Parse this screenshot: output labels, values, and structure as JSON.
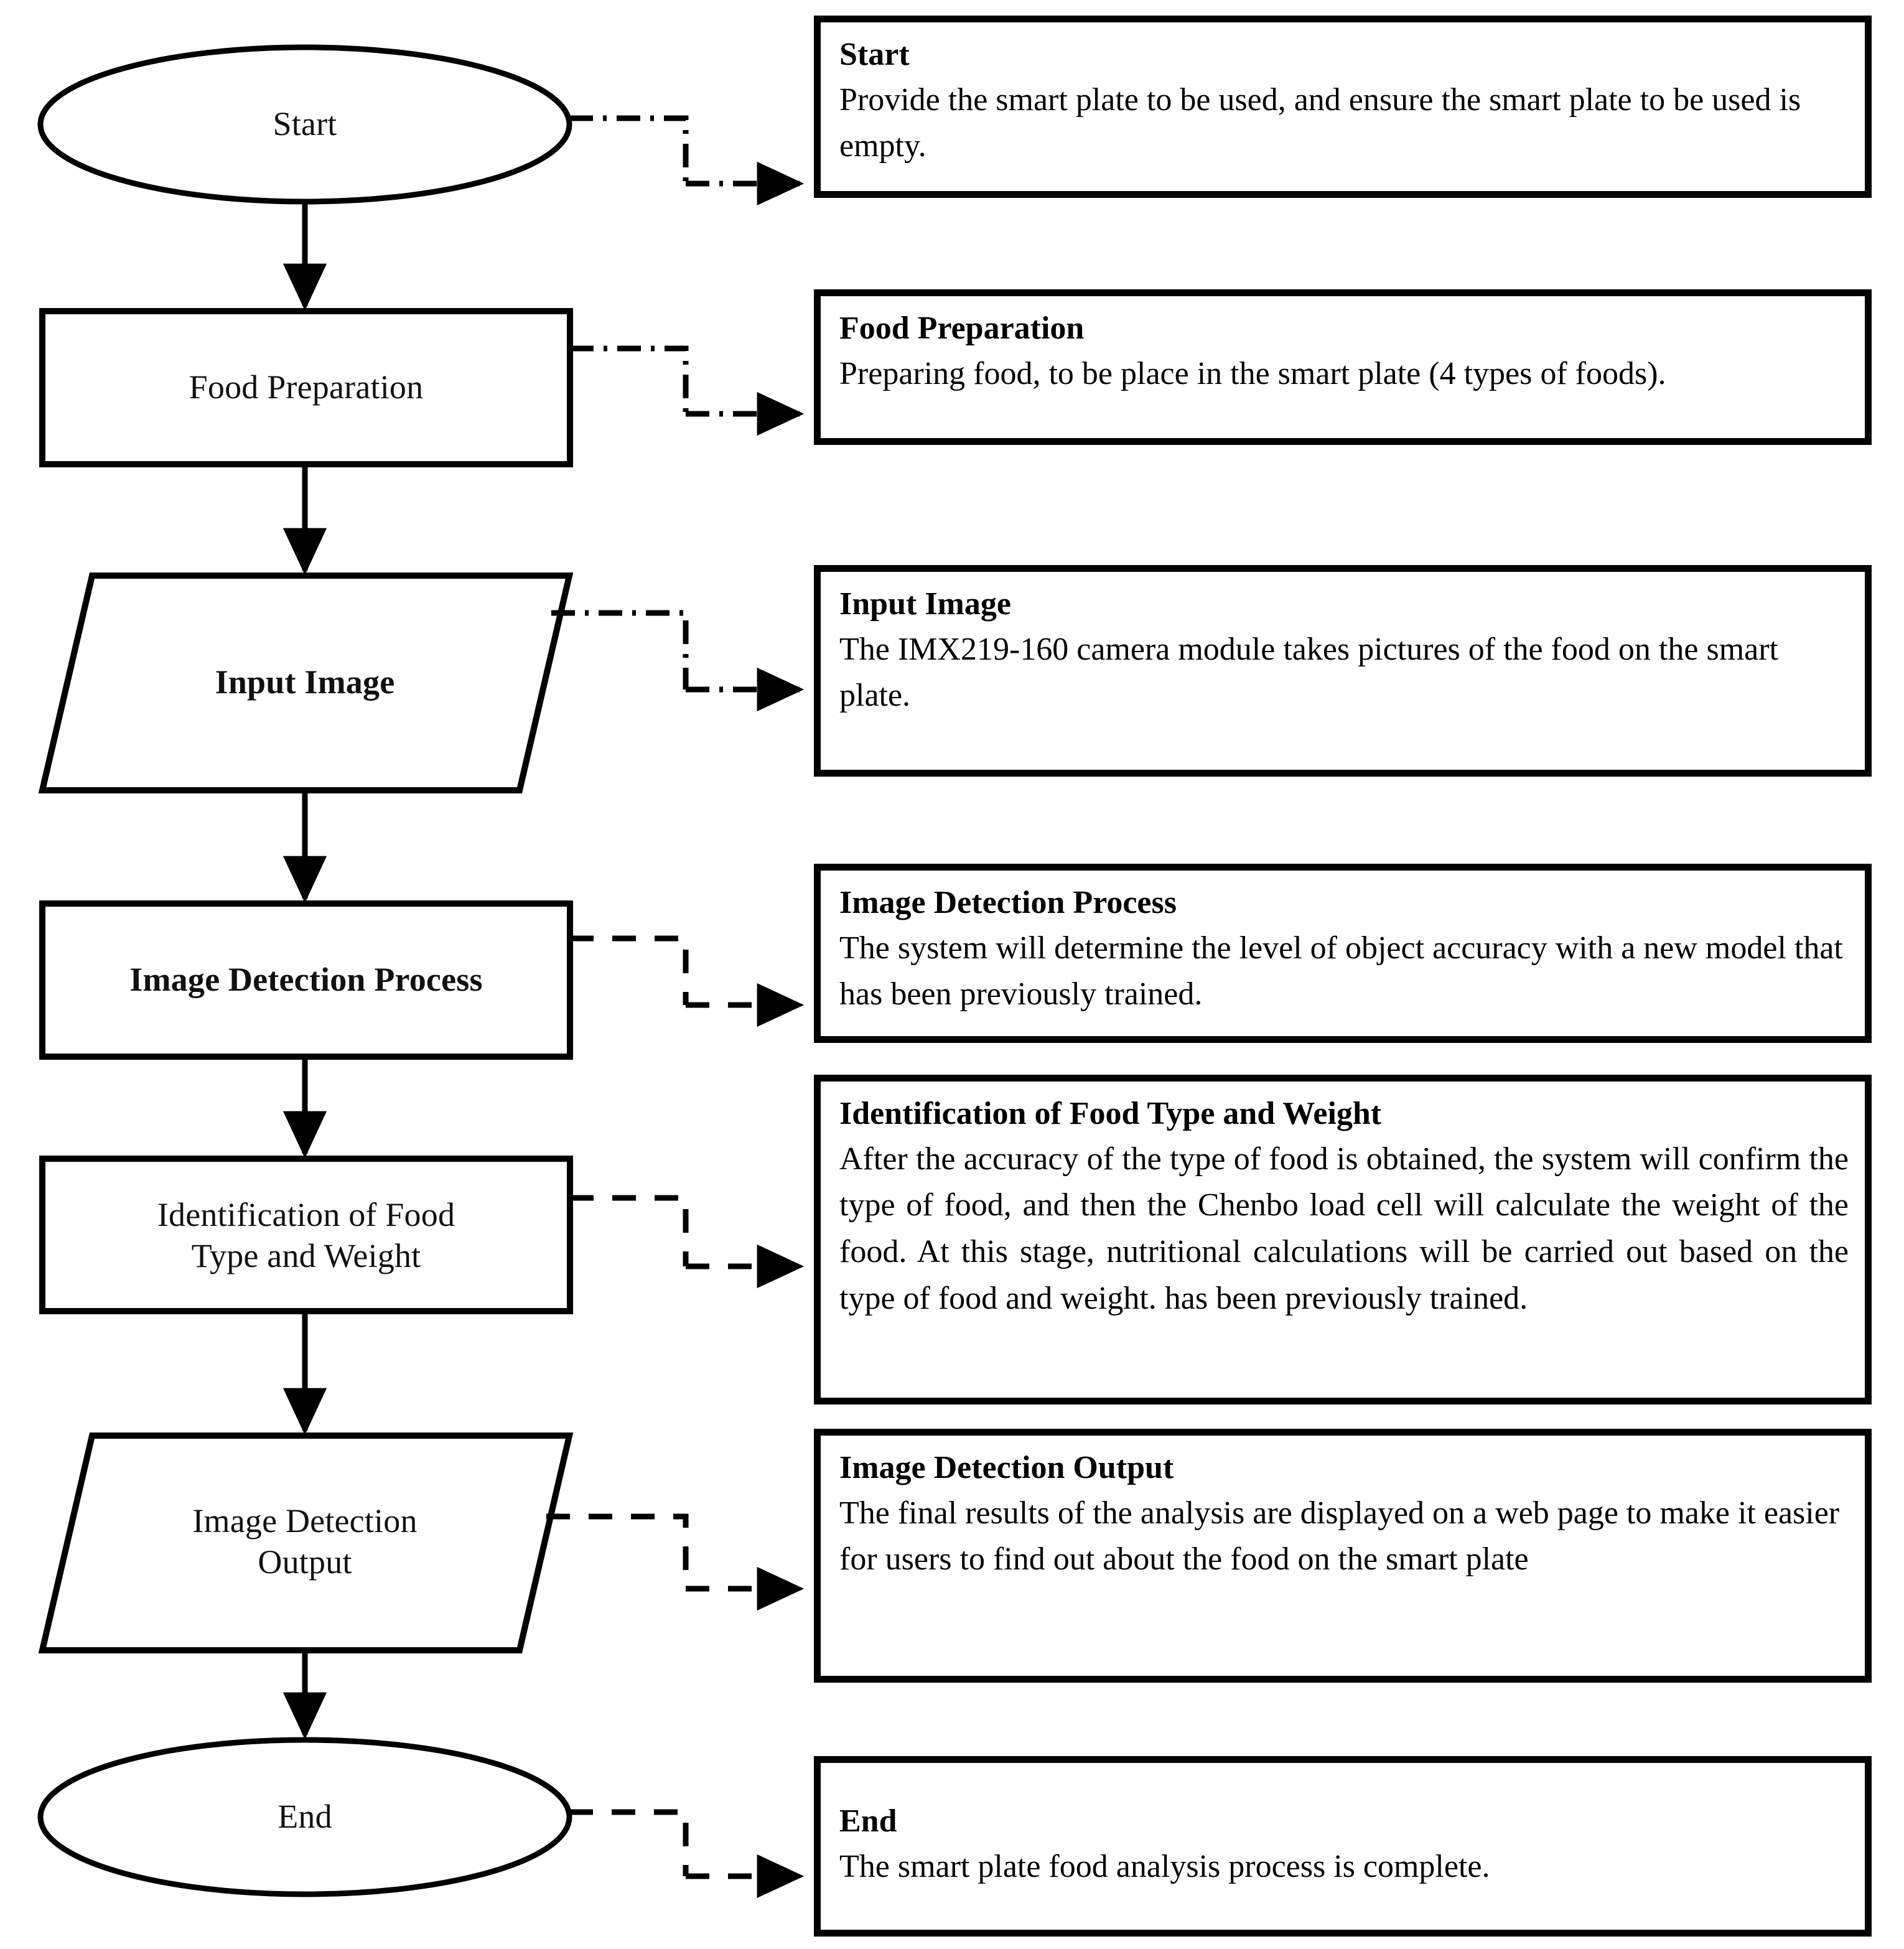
{
  "diagram": {
    "title": "Smart Plate Food Analysis Flowchart",
    "line_color": "#000000",
    "background": "#ffffff",
    "connector_styles": {
      "solid_flow": "solid-arrow",
      "annotation_upper": "dash-dot",
      "annotation_lower": "dashed"
    }
  },
  "nodes": [
    {
      "id": "start",
      "shape": "ellipse",
      "label": "Start"
    },
    {
      "id": "food-prep",
      "shape": "rectangle",
      "label": "Food Preparation"
    },
    {
      "id": "input-image",
      "shape": "parallelogram",
      "label": "Input Image"
    },
    {
      "id": "detect-process",
      "shape": "rectangle",
      "label": "Image Detection Process"
    },
    {
      "id": "identify",
      "shape": "rectangle",
      "label": "Identification of Food\nType and Weight",
      "line1": "Identification of Food",
      "line2": "Type and Weight"
    },
    {
      "id": "detect-output",
      "shape": "parallelogram",
      "label": "Image Detection\nOutput",
      "line1": "Image Detection",
      "line2": "Output"
    },
    {
      "id": "end",
      "shape": "ellipse",
      "label": "End"
    }
  ],
  "descriptions": [
    {
      "id": "start",
      "title": "Start",
      "body": "Provide the smart plate to be used, and ensure the smart plate to be used is empty."
    },
    {
      "id": "food-prep",
      "title": "Food Preparation",
      "body": "Preparing food, to be place in the smart plate (4 types of foods)."
    },
    {
      "id": "input-image",
      "title": "Input Image",
      "body": "The IMX219-160 camera module takes pictures of the food on the smart plate."
    },
    {
      "id": "detect-process",
      "title": "Image Detection Process",
      "body": "The system will determine the level of object accuracy with a new model that has been previously trained."
    },
    {
      "id": "identify",
      "title": "Identification of Food Type and Weight",
      "body": "After the accuracy of the type of food is obtained, the system will confirm the type of food, and then the Chenbo load cell will calculate the weight of the food. At this stage, nutritional calculations will be carried out based on the type of food and weight. has been previously trained."
    },
    {
      "id": "detect-output",
      "title": "Image Detection Output",
      "body": "The final results of the analysis are displayed on a web page to make it easier for users to find out about the food on the smart plate"
    },
    {
      "id": "end",
      "title": "End",
      "body": "The smart plate food analysis process is complete."
    }
  ]
}
